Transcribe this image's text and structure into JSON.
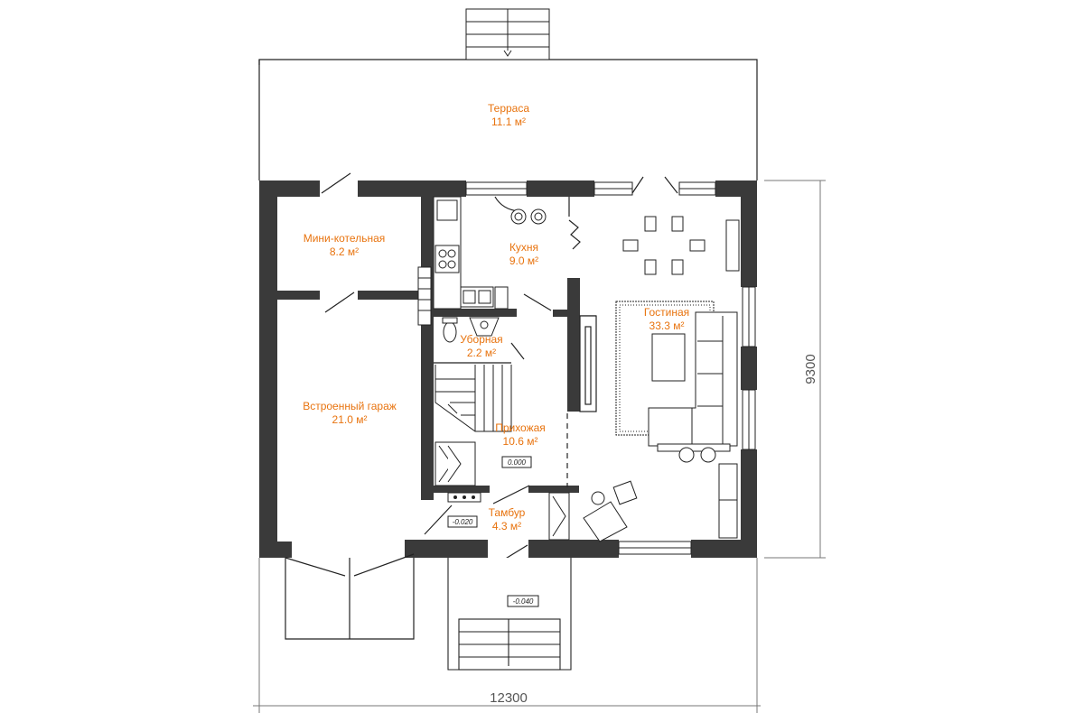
{
  "colors": {
    "wall": "#3a3a3a",
    "label": "#e8730e",
    "line": "#222222",
    "dim": "#777777"
  },
  "rooms": [
    {
      "id": "terrace",
      "name": "Терраса",
      "area": "11.1 м²"
    },
    {
      "id": "boiler",
      "name": "Мини-котельная",
      "area": "8.2 м²"
    },
    {
      "id": "kitchen",
      "name": "Кухня",
      "area": "9.0 м²"
    },
    {
      "id": "living",
      "name": "Гостиная",
      "area": "33.3 м²"
    },
    {
      "id": "wc",
      "name": "Уборная",
      "area": "2.2 м²"
    },
    {
      "id": "garage",
      "name": "Встроенный гараж",
      "area": "21.0 м²"
    },
    {
      "id": "hall",
      "name": "Прихожая",
      "area": "10.6 м²"
    },
    {
      "id": "vestibule",
      "name": "Тамбур",
      "area": "4.3 м²"
    }
  ],
  "levels": [
    "0.000",
    "-0.020",
    "-0.040"
  ],
  "dimensions": {
    "width": "12300",
    "height": "9300"
  }
}
